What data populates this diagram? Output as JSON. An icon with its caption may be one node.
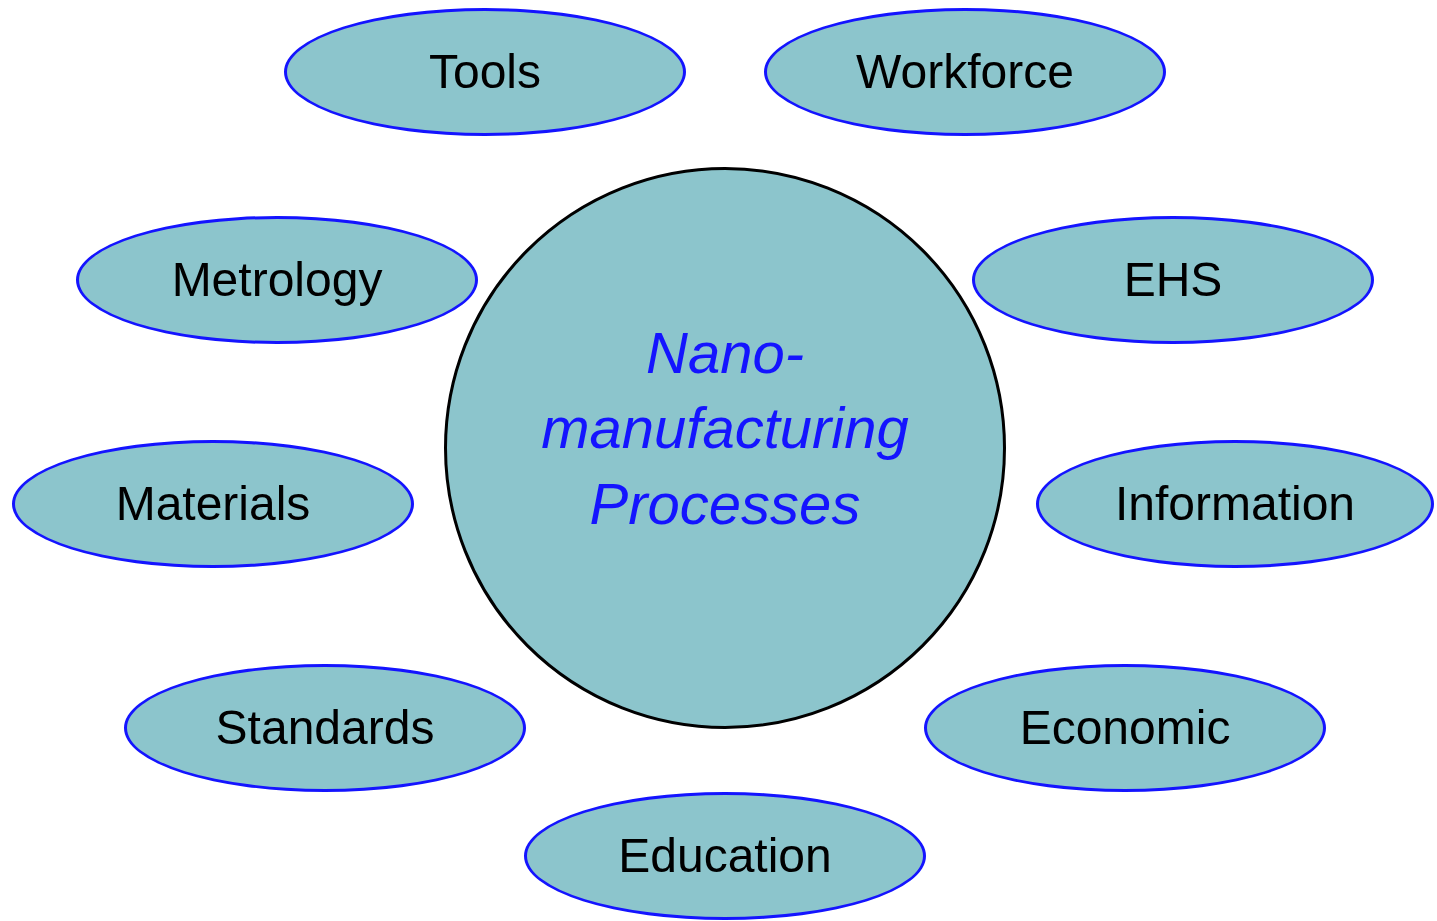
{
  "diagram": {
    "nodes": [
      {
        "text": [
          "Nano- manufacturing Processes"
        ]
      },
      {
        "text": [
          "Tools"
        ]
      },
      {
        "text": [
          "Workforce"
        ]
      },
      {
        "text": [
          "Metrology"
        ]
      },
      {
        "text": [
          "EHS"
        ]
      },
      {
        "text": [
          "Materials"
        ]
      },
      {
        "text": [
          "Information"
        ]
      },
      {
        "text": [
          "Standards"
        ]
      },
      {
        "text": [
          "Economic"
        ]
      },
      {
        "text": [
          "Education"
        ]
      }
    ]
  }
}
